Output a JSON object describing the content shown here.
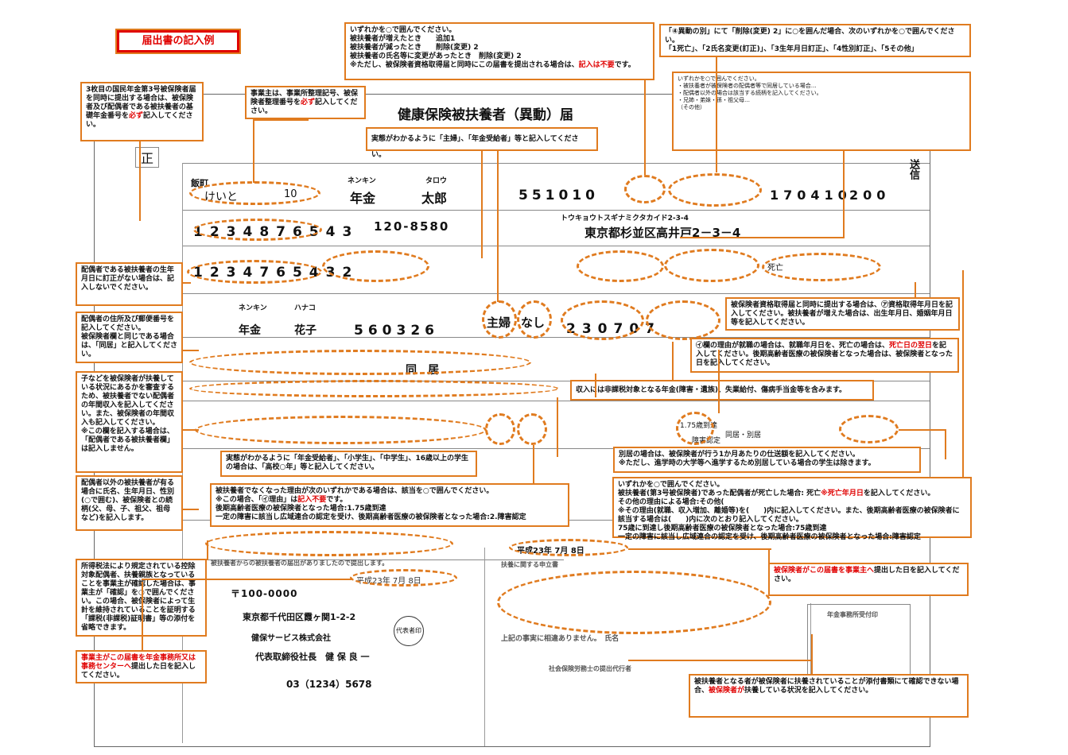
{
  "badge": "届出書の記入例",
  "form": {
    "title": "健康保険被扶養者（異動）届",
    "sei_label": "正",
    "send_label": "送信",
    "office_code_1": "けいと",
    "office_code_2": "10",
    "office_name_label": "飯町",
    "insured_kana_sei": "ネンキン",
    "insured_kana_mei": "タロウ",
    "insured_name_sei": "年金",
    "insured_name_mei": "太郎",
    "insured_birth": "551010",
    "pension_no": "1234876543",
    "postal_code": "120-8580",
    "address_kana": "トウキョウトスギナミクタカイド2-3-4",
    "address": "東京都杉並区高井戸2－3－4",
    "acquire_date": "170410",
    "cert_no": "200",
    "spouse_pension_no": "1234765432",
    "spouse_kana_sei": "ネンキン",
    "spouse_kana_mei": "ハナコ",
    "spouse_name_sei": "年金",
    "spouse_name_mei": "花子",
    "spouse_birth": "560326",
    "spouse_job": "主婦",
    "spouse_income": "なし",
    "spouse_date": "230707",
    "spouse_address": "同　居",
    "death_label": "死亡",
    "receipt_date": "平成23年 7月 8日",
    "receipt_date_office": "平成23年 7月 8日",
    "owner_postal": "〒100-0000",
    "owner_address": "東京都千代田区霞ヶ関1-2-2",
    "owner_company": "健保サービス株式会社",
    "owner_rep": "代表取締役社長　健 保 良 一",
    "owner_tel": "03（1234）5678",
    "stamp_label": "代表者印",
    "pension_office_label": "年金事務所受付印",
    "sharoushi_label": "社会保険労務士の提出代行者",
    "kind_label_1": "同居・別居",
    "kind_label_2": "1.75歳到達",
    "kind_label_3": "障害認定",
    "owner_confirm_text": "被扶養者からの被扶養者の届出がありましたので提出します。",
    "free_text_header": "扶養に関する申立書",
    "free_text_sub": "上記の事実に相違ありません。　氏名"
  },
  "notes": {
    "n_top_center": "いずれかを○で囲んでください。\n被扶養者が増えたとき　　追加1\n被扶養者が減ったとき　　削除(変更) 2\n被扶養者の氏名等に変更があったとき　削除(変更) 2\n※ただし、被保険者資格取得届と同時にこの届書を提出される場合は、",
    "n_top_center_red": "記入は不要",
    "n_top_center_end": "です。",
    "n_top_right": "「④異動の別」にて「削除(変更) 2」に○を囲んだ場合、次のいずれかを○で囲んでください。\n「1死亡」、「2氏名変更(訂正)」、「3生年月日訂正」、「4性別訂正」、「5その他」",
    "n_right_mid": "いずれかを○で囲んでください。\n・被扶養者が被保険者の配偶者等で同居している場合…\n・配偶者以外の場合は該当する続柄を記入してください。\n・兄姉・弟妹・孫・祖父母…\n（その他）",
    "n_left_1": "3枚目の国民年金第3号被保険者届を同時に提出する場合は、被保険者及び配偶者である被扶養者の基礎年金番号を",
    "n_left_1_red": "必ず",
    "n_left_1_end": "記入してください。",
    "n_owner": "事業主は、事業所整理記号、被保険者整理番号を",
    "n_owner_red": "必ず",
    "n_owner_end": "記入してください。",
    "n_job": "実態がわかるように「主婦」、「年金受給者」等と記入してください。",
    "n_spouse_birth": "配偶者である被扶養者の生年月日に訂正がない場合は、記入しないでください。",
    "n_spouse_addr": "配偶者の住所及び郵便番号を記入してください。\n被保険者欄と同じである場合は、「同居」と記入してください。",
    "n_income_review": "子などを被保険者が扶養している状況にあるかを審査するため、被扶養者でない配偶者の年間収入を記入してください。また、被保険者の年間収入も記入してください。\n※この欄を記入する場合は、「配偶者である被扶養者欄」は記入しません。",
    "n_others": "配偶者以外の被扶養者が有る場合に氏名、生年月日、性別(○で囲む)、被保険者との続柄(父、母、子、祖父、祖母など)を記入します。",
    "n_tax": "所得税法により規定されている控除対象配偶者、扶養親族となっていることを事業主が確認した場合は、事業主が「確認」を○で囲んでください。この場合、被保険者によって生計を維持されていることを証明する「課税(非課税)証明書」等の添付を省略できます。",
    "n_owner_date": "事業主がこの届書を年金事務所又は事務センターへ提出した日を記入してください。",
    "n_owner_date_red": "事業主がこの届書を年金事務所又は事務センターへ",
    "n_owner_date_end": "提出した日を記入してください。",
    "n_acquire": "被保険者資格取得届と同時に提出する場合は、㋐資格取得年月日を記入してください。被扶養者が増えた場合は、出生年月日、婚姻年月日等を記入してください。",
    "n_death_a": "㋑欄の理由が就職の場合は、就職年月日を、死亡の場合は、",
    "n_death_red": "死亡日の翌日",
    "n_death_b": "を記入してください。後期高齢者医療の被保険者となった場合は、被保険者となった日を記入してください。",
    "n_income": "収入には非課税対象となる年金(障害・遺族)、失業給付、傷病手当金等を含みます。",
    "n_student": "実態がわかるように「年金受給者」、「小学生」、「中学生」、16歳以上の学生の場合は、「高校○年」等と記入してください。",
    "n_separate": "別居の場合は、被保険者が行う1か月あたりの仕送額を記入してください。\n※ただし、進学時の大学等へ進学するため別居している場合の学生は除きます。",
    "n_reason_a": "被扶養者でなくなった理由が次のいずれかである場合は、該当を○で囲んでください。\n※この場合、「㋑理由」は",
    "n_reason_red": "記入不要",
    "n_reason_b": "です。\n後期高齢者医療の被保険者となった場合:1.75歳到達\n一定の障害に該当し広域連合の認定を受け、後期高齢者医療の被保険者となった場合:2.障害認定",
    "n_death_choice_a": "いずれかを○で囲んでください。\n被扶養者(第3号被保険者)であった配偶者が死亡した場合: 死亡",
    "n_death_choice_red": "※死亡年月日",
    "n_death_choice_b": "を記入してください。\nその他の理由による場合:その他(\n※その理由(就職、収入増加、離婚等)を(　　)内に記入してください。また、後期高齢者医療の被保険者に該当する場合は(　　)内に次のとおり記入してください。\n75歳に到達し後期高齢者医療の被保険者となった場合:75歳到達\n一定の障害に該当し広域連合の認定を受け、後期高齢者医療の被保険者となった場合:障害認定",
    "n_insured_date_red": "被保険者がこの届書を事業主へ",
    "n_insured_date_end": "提出した日を記入してください。",
    "n_unable": "被扶養者となる者が被保険者に扶養されていることが添付書類にて確認できない場合、",
    "n_unable_red": "被保険者が",
    "n_unable_end": "扶養している状況を記入してください。"
  }
}
